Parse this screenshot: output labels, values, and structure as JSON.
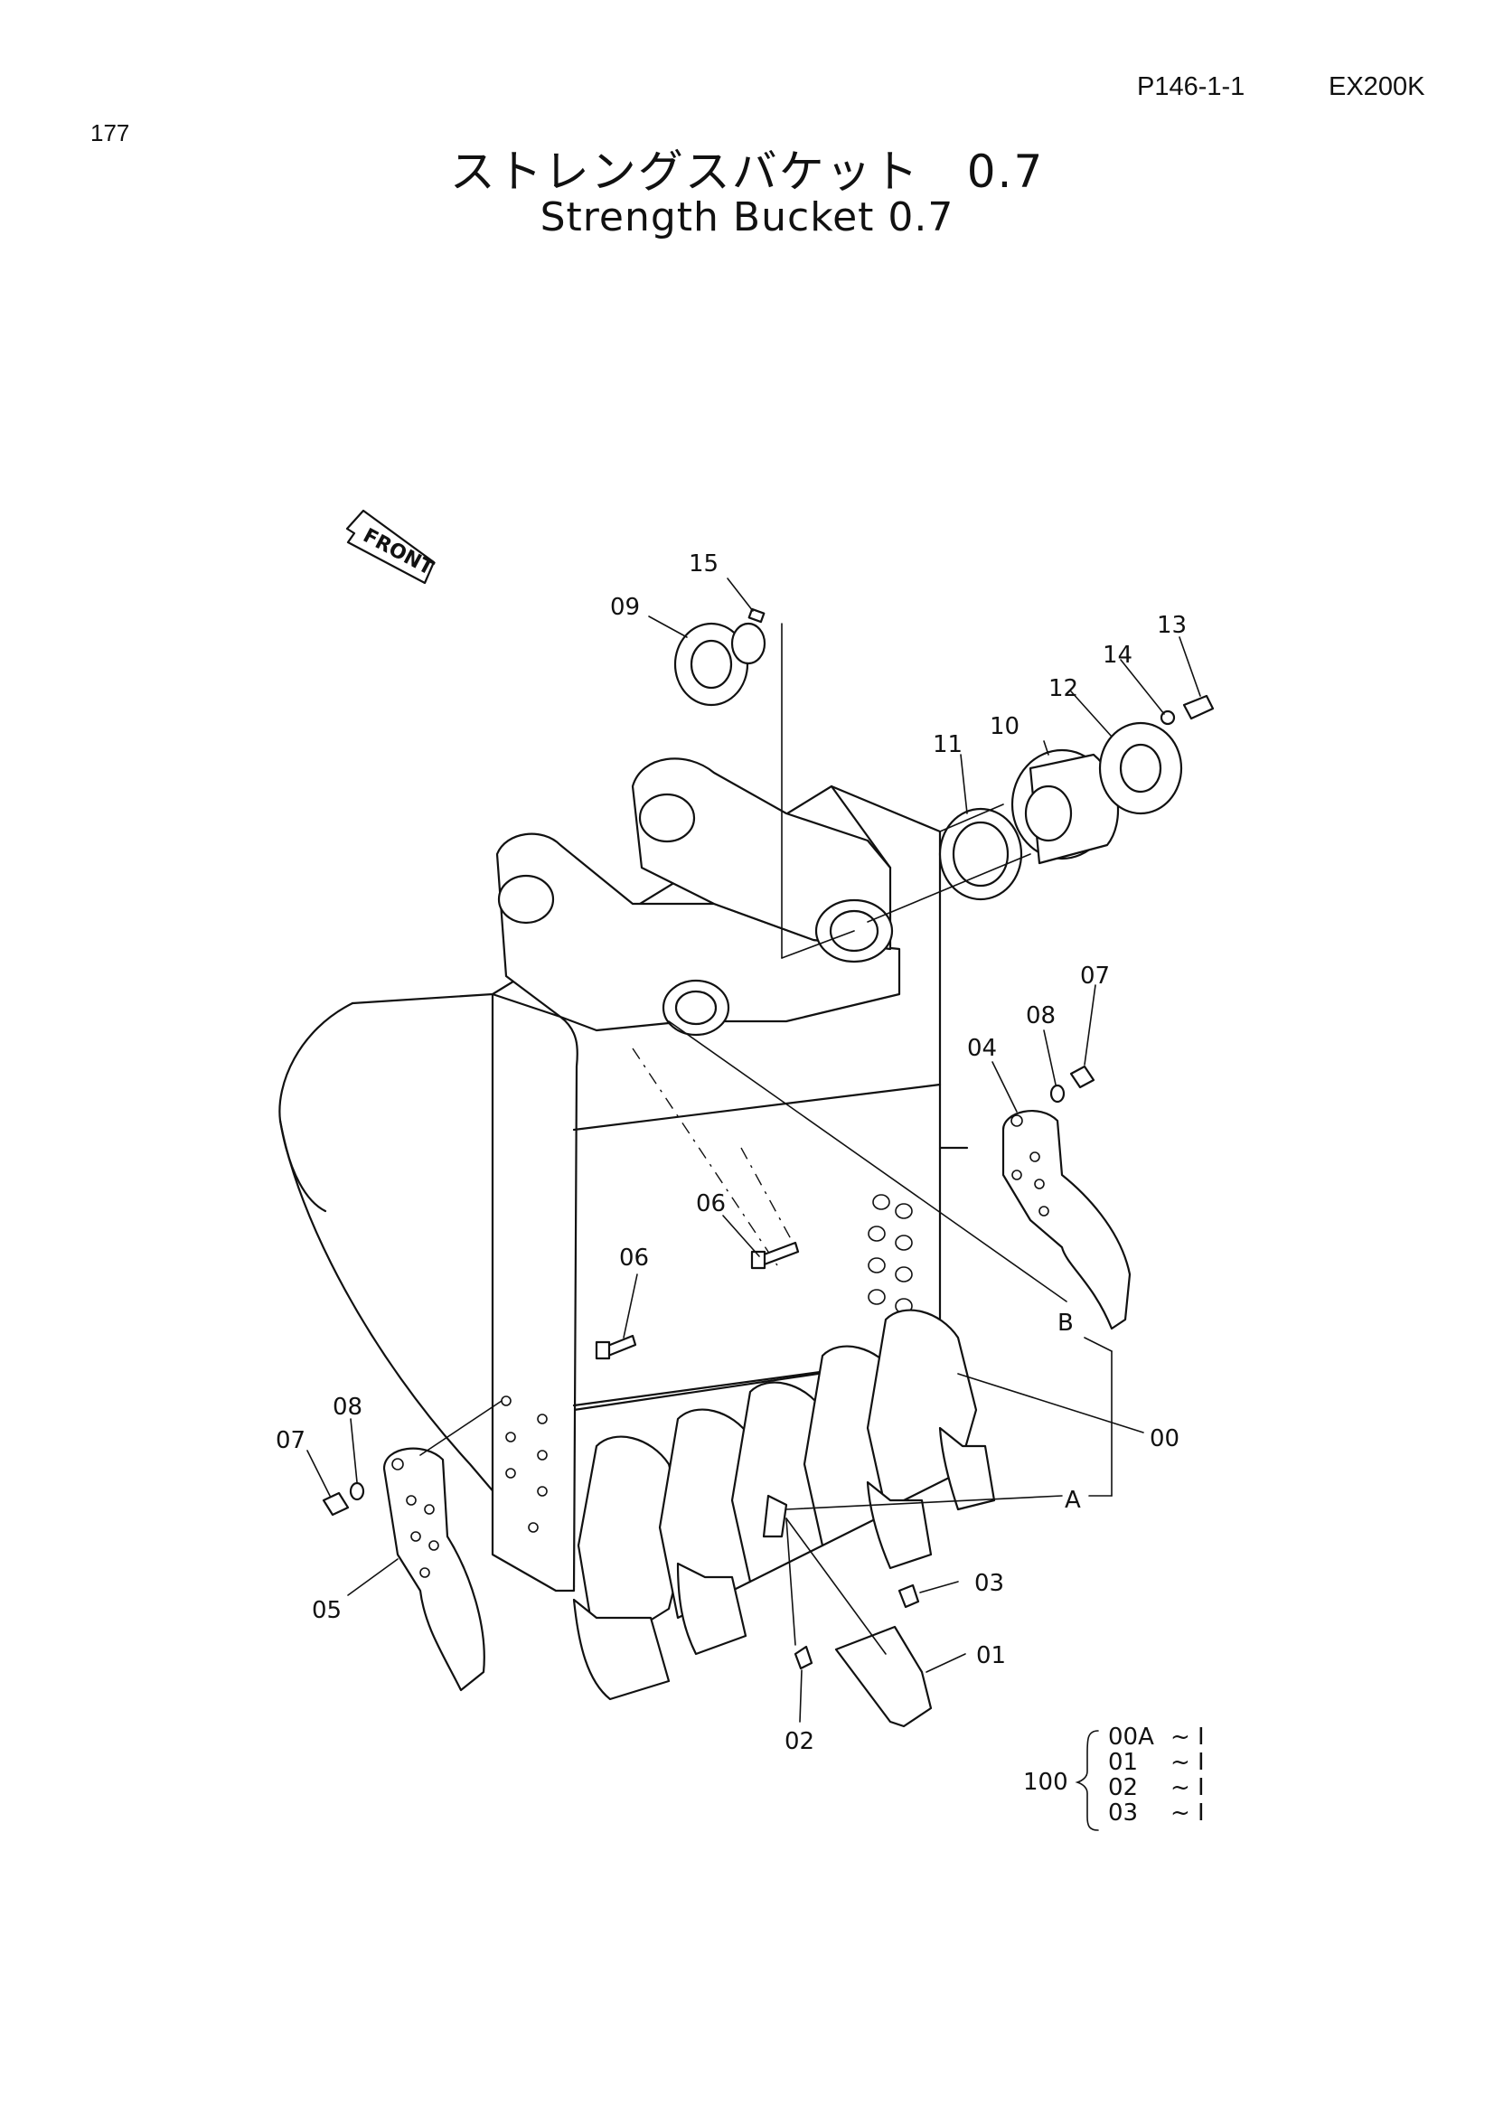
{
  "header": {
    "page_number": "177",
    "page_code": "P146-1-1",
    "model": "EX200K"
  },
  "title": {
    "japanese": "ストレングスバケット　0.7",
    "english": "Strength Bucket 0.7"
  },
  "diagram": {
    "front_label": "FRONT",
    "callouts": [
      {
        "id": "15",
        "label": "15"
      },
      {
        "id": "09",
        "label": "09"
      },
      {
        "id": "13",
        "label": "13"
      },
      {
        "id": "14",
        "label": "14"
      },
      {
        "id": "12",
        "label": "12"
      },
      {
        "id": "10",
        "label": "10"
      },
      {
        "id": "11",
        "label": "11"
      },
      {
        "id": "07a",
        "label": "07"
      },
      {
        "id": "08a",
        "label": "08"
      },
      {
        "id": "04",
        "label": "04"
      },
      {
        "id": "06a",
        "label": "06"
      },
      {
        "id": "06b",
        "label": "06"
      },
      {
        "id": "B",
        "label": "B"
      },
      {
        "id": "00",
        "label": "00"
      },
      {
        "id": "07b",
        "label": "07"
      },
      {
        "id": "08b",
        "label": "08"
      },
      {
        "id": "A",
        "label": "A"
      },
      {
        "id": "03",
        "label": "03"
      },
      {
        "id": "05",
        "label": "05"
      },
      {
        "id": "01",
        "label": "01"
      },
      {
        "id": "02",
        "label": "02"
      }
    ],
    "assembly": {
      "label": "100",
      "items": [
        {
          "part": "00A",
          "qty": "~ I"
        },
        {
          "part": "01",
          "qty": "~ I"
        },
        {
          "part": "02",
          "qty": "~ I"
        },
        {
          "part": "03",
          "qty": "~ I"
        }
      ]
    }
  }
}
